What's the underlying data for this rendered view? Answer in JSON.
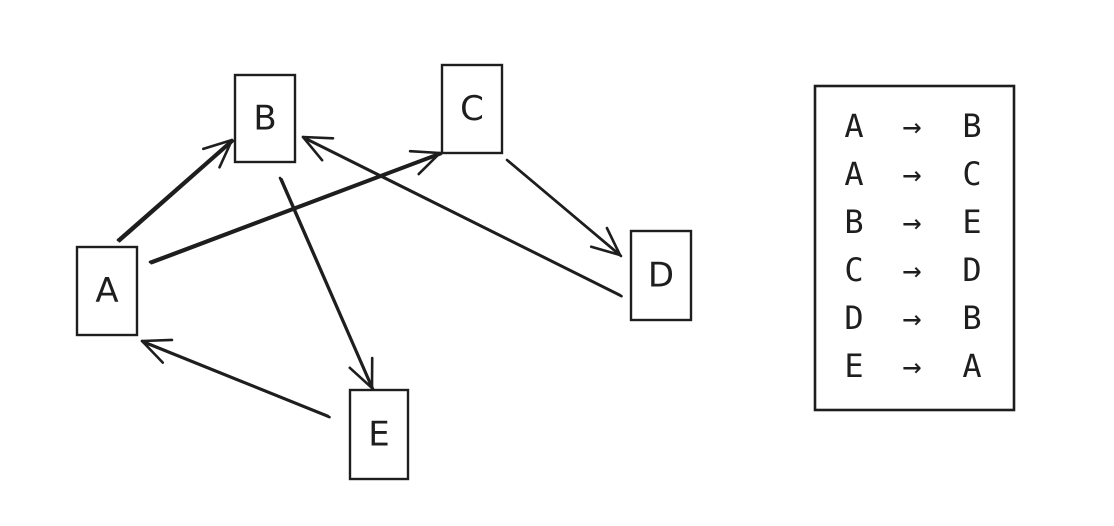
{
  "diagram": {
    "nodes": [
      {
        "id": "A",
        "label": "A"
      },
      {
        "id": "B",
        "label": "B"
      },
      {
        "id": "C",
        "label": "C"
      },
      {
        "id": "D",
        "label": "D"
      },
      {
        "id": "E",
        "label": "E"
      }
    ],
    "edges": [
      {
        "from": "A",
        "to": "B"
      },
      {
        "from": "A",
        "to": "C"
      },
      {
        "from": "B",
        "to": "E"
      },
      {
        "from": "C",
        "to": "D"
      },
      {
        "from": "D",
        "to": "B"
      },
      {
        "from": "E",
        "to": "A"
      }
    ]
  },
  "legend": {
    "arrow": "→",
    "rows": [
      {
        "from": "A",
        "to": "B"
      },
      {
        "from": "A",
        "to": "C"
      },
      {
        "from": "B",
        "to": "E"
      },
      {
        "from": "C",
        "to": "D"
      },
      {
        "from": "D",
        "to": "B"
      },
      {
        "from": "E",
        "to": "A"
      }
    ]
  },
  "colors": {
    "stroke": "#1e1e1e",
    "background": "#ffffff"
  }
}
